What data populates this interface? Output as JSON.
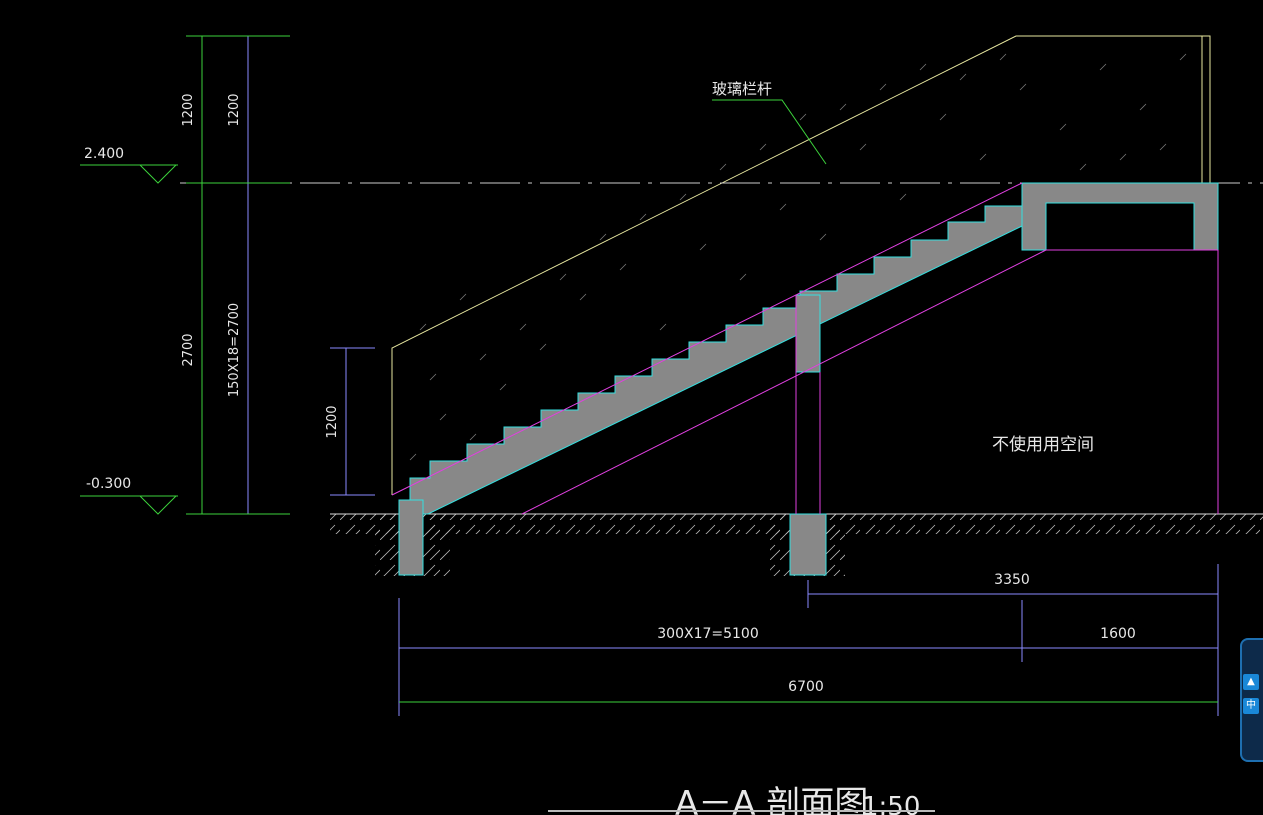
{
  "drawing": {
    "title": "A－A 剖面图",
    "scale": "1:50",
    "elevations": {
      "top": "2.400",
      "bottom": "-0.300"
    },
    "left_dims": {
      "upper_outer": "1200",
      "upper_inner": "1200",
      "lower_outer": "2700",
      "lower_inner": "150X18=2700",
      "railing_height": "1200"
    },
    "bottom_dims": {
      "total": "6700",
      "stairs": "300X17=5100",
      "landing": "1600",
      "right_span": "3350"
    },
    "notes": {
      "railing": "玻璃栏杆",
      "unused_space": "不使用用空间"
    },
    "colors": {
      "background": "#000000",
      "dimension": "#8a8aff",
      "dim_green": "#3cd23c",
      "section": "#888888",
      "outline": "#33e0e0",
      "finish": "#e040e0",
      "railing": "#e8e8a0"
    }
  },
  "ime": {
    "icon": "ime-shirt-icon",
    "mode_label": "中"
  }
}
